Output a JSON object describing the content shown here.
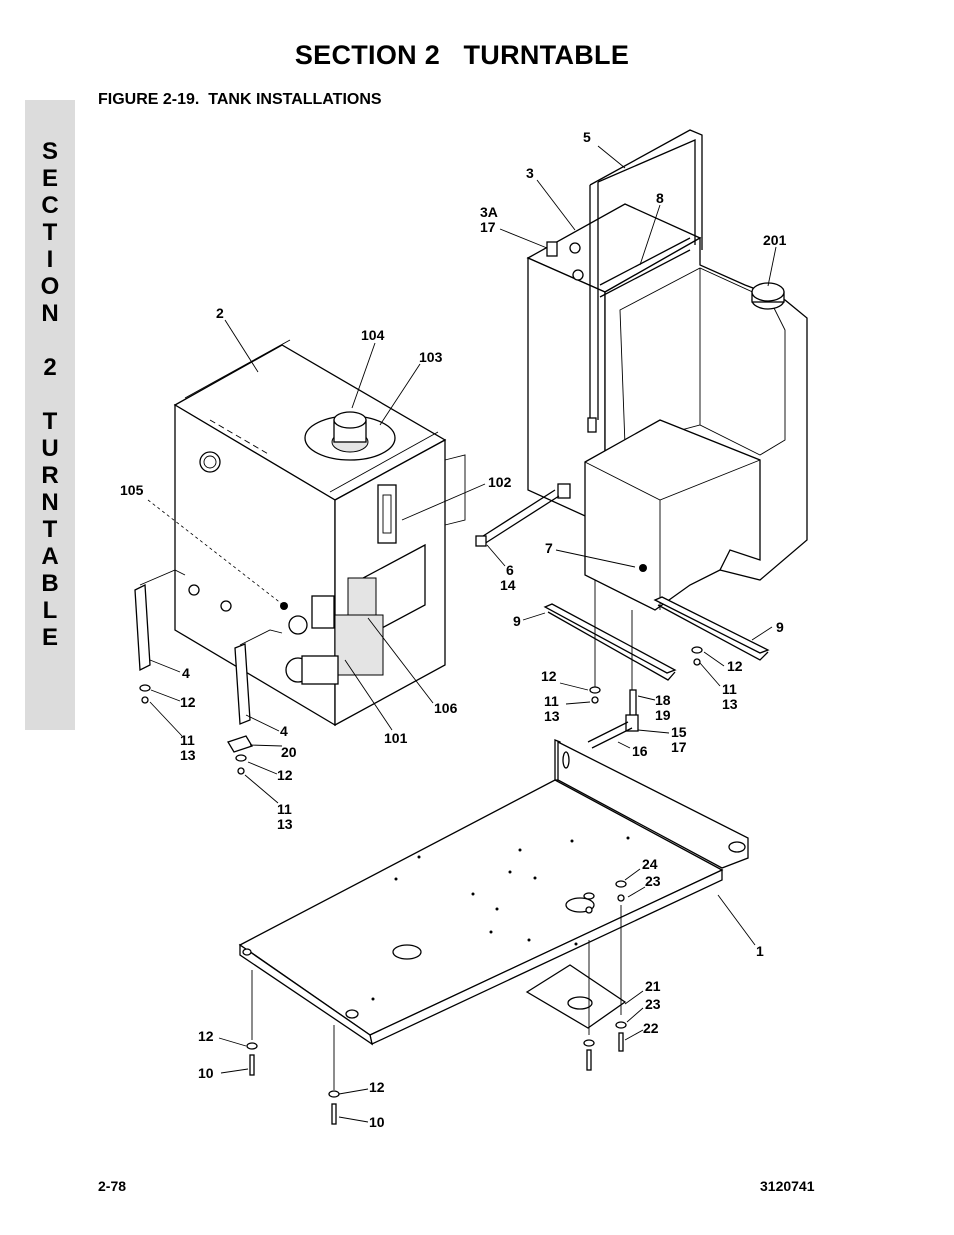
{
  "header": {
    "section_title": "SECTION 2   TURNTABLE",
    "figure_title": "FIGURE 2-19.  TANK INSTALLATIONS"
  },
  "side_tab": {
    "word1": [
      "S",
      "E",
      "C",
      "T",
      "I",
      "O",
      "N"
    ],
    "word2": [
      "2"
    ],
    "word3": [
      "T",
      "U",
      "R",
      "N",
      "T",
      "A",
      "B",
      "L",
      "E"
    ]
  },
  "callouts": {
    "c5": "5",
    "c3": "3",
    "c3a": "3A",
    "c17a": "17",
    "c8": "8",
    "c201": "201",
    "c2": "2",
    "c104": "104",
    "c103": "103",
    "c105": "105",
    "c102": "102",
    "c6": "6",
    "c14": "14",
    "c7": "7",
    "c9a": "9",
    "c9b": "9",
    "c4a": "4",
    "c4b": "4",
    "c12a": "12",
    "c11a": "11",
    "c13a": "13",
    "c20": "20",
    "c12b": "12",
    "c11b": "11",
    "c13b": "13",
    "c106": "106",
    "c101": "101",
    "c12c": "12",
    "c11c": "11",
    "c13c": "13",
    "c18": "18",
    "c19": "19",
    "c15": "15",
    "c17b": "17",
    "c16": "16",
    "c12d": "12",
    "c11d": "11",
    "c13d": "13",
    "c24": "24",
    "c23a": "23",
    "c1": "1",
    "c21": "21",
    "c23b": "23",
    "c22": "22",
    "c12e": "12",
    "c10a": "10",
    "c12f": "12",
    "c10b": "10"
  },
  "footer": {
    "page_number": "2-78",
    "doc_number": "3120741"
  }
}
